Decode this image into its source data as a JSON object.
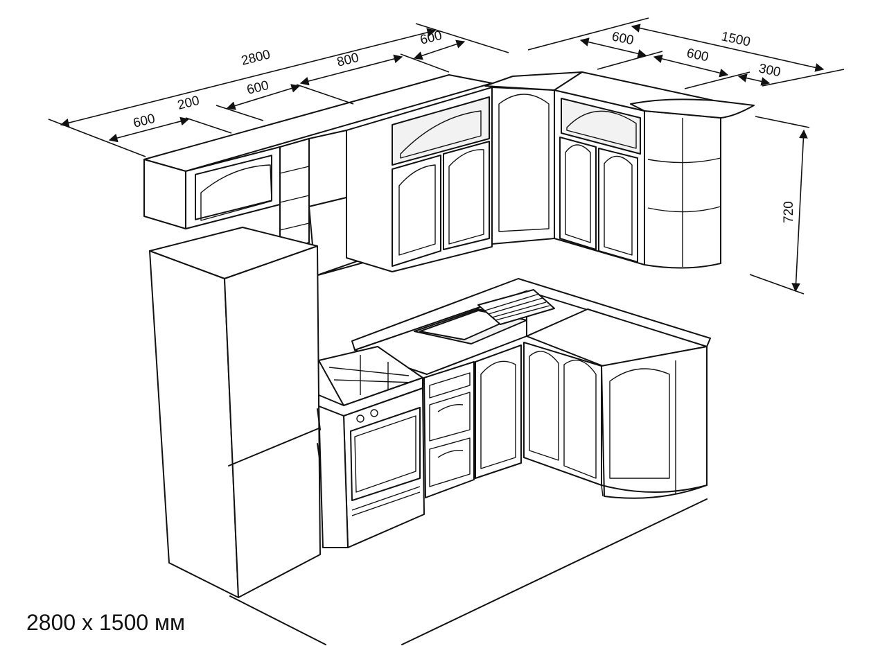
{
  "caption": "2800 x 1500 мм",
  "dimensions": {
    "total_left": "2800",
    "seg_600_a": "600",
    "seg_200": "200",
    "seg_600_b": "600",
    "seg_800": "800",
    "seg_600_c": "600",
    "total_right": "1500",
    "right_600_a": "600",
    "right_600_b": "600",
    "right_300": "300",
    "height_720": "720"
  },
  "colors": {
    "line": "#111111",
    "background": "#ffffff"
  }
}
